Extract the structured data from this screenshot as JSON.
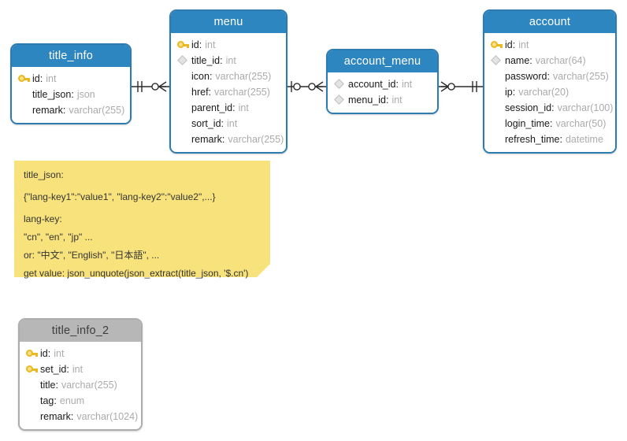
{
  "diagram": {
    "title": "database-er-diagram",
    "colors": {
      "header_blue": "#2E86C1",
      "header_gray": "#B7B7B7",
      "border_blue": "#2E7BB0",
      "border_gray": "#ADADAD",
      "note_yellow": "#F8E27C",
      "key_gold": "#E8B920",
      "type_gray": "#ABABAB"
    },
    "tables": [
      {
        "id": "title_info",
        "name": "title_info",
        "style": "blue",
        "fields": [
          {
            "icon": "key-icon",
            "name": "id",
            "type": "int"
          },
          {
            "icon": "none",
            "name": "title_json",
            "type": "json"
          },
          {
            "icon": "none",
            "name": "remark",
            "type": "varchar(255)"
          }
        ]
      },
      {
        "id": "menu",
        "name": "menu",
        "style": "blue",
        "fields": [
          {
            "icon": "key-icon",
            "name": "id",
            "type": "int"
          },
          {
            "icon": "diamond-icon",
            "name": "title_id",
            "type": "int"
          },
          {
            "icon": "none",
            "name": "icon",
            "type": "varchar(255)"
          },
          {
            "icon": "none",
            "name": "href",
            "type": "varchar(255)"
          },
          {
            "icon": "none",
            "name": "parent_id",
            "type": "int"
          },
          {
            "icon": "none",
            "name": "sort_id",
            "type": "int"
          },
          {
            "icon": "none",
            "name": "remark",
            "type": "varchar(255)"
          }
        ]
      },
      {
        "id": "account_menu",
        "name": "account_menu",
        "style": "blue",
        "fields": [
          {
            "icon": "diamond-icon",
            "name": "account_id",
            "type": "int"
          },
          {
            "icon": "diamond-icon",
            "name": "menu_id",
            "type": "int"
          }
        ]
      },
      {
        "id": "account",
        "name": "account",
        "style": "blue",
        "fields": [
          {
            "icon": "key-icon",
            "name": "id",
            "type": "int"
          },
          {
            "icon": "diamond-icon",
            "name": "name",
            "type": "varchar(64)"
          },
          {
            "icon": "none",
            "name": "password",
            "type": "varchar(255)"
          },
          {
            "icon": "none",
            "name": "ip",
            "type": "varchar(20)"
          },
          {
            "icon": "none",
            "name": "session_id",
            "type": "varchar(100)"
          },
          {
            "icon": "none",
            "name": "login_time",
            "type": "varchar(50)"
          },
          {
            "icon": "none",
            "name": "refresh_time",
            "type": "datetime"
          }
        ]
      },
      {
        "id": "title_info_2",
        "name": "title_info_2",
        "style": "gray",
        "fields": [
          {
            "icon": "key-icon",
            "name": "id",
            "type": "int"
          },
          {
            "icon": "key-icon",
            "name": "set_id",
            "type": "int"
          },
          {
            "icon": "none",
            "name": "title",
            "type": "varchar(255)"
          },
          {
            "icon": "none",
            "name": "tag",
            "type": "enum"
          },
          {
            "icon": "none",
            "name": "remark",
            "type": "varchar(1024)"
          }
        ]
      }
    ],
    "relationships": [
      {
        "id": "rel-title_info-menu",
        "from": "title_info",
        "to": "menu",
        "from_cardinality": "one-and-only-one",
        "to_cardinality": "zero-or-many"
      },
      {
        "id": "rel-menu-account_menu",
        "from": "menu",
        "to": "account_menu",
        "from_cardinality": "zero-or-one",
        "to_cardinality": "zero-or-many"
      },
      {
        "id": "rel-account_menu-account",
        "from": "account_menu",
        "to": "account",
        "from_cardinality": "zero-or-many",
        "to_cardinality": "one-and-only-one"
      }
    ],
    "note": {
      "id": "note-title_json",
      "lines": [
        "title_json:",
        "{\"lang-key1\":\"value1\", \"lang-key2\":\"value2\",...}",
        "lang-key:",
        "\"cn\", \"en\", \"jp\" ...",
        "or: \"中文\", \"English\", \"日本語\", ...",
        "get value: json_unquote(json_extract(title_json, '$.cn')"
      ]
    }
  }
}
